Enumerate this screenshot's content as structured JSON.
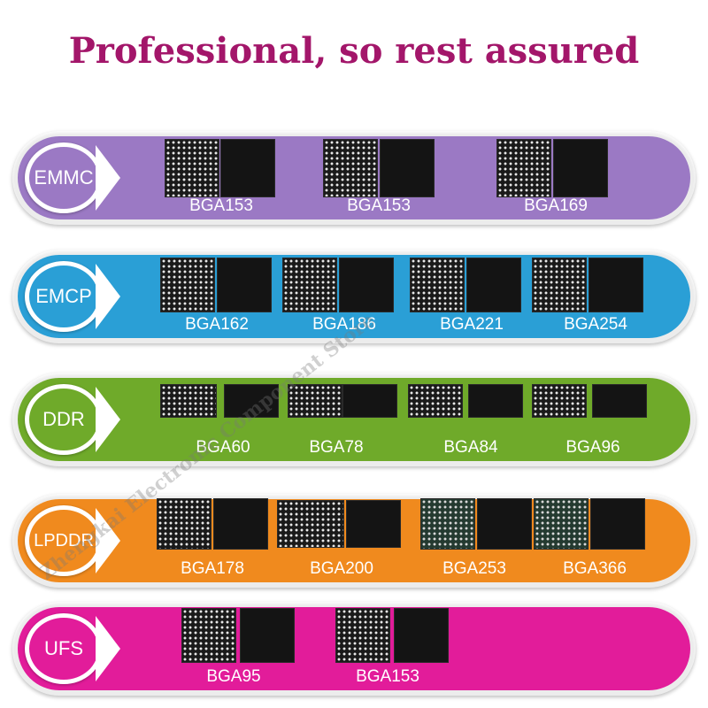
{
  "headline": "Professional, so rest assured",
  "watermark": "Zhengkai Electronic Component Store",
  "rows": [
    {
      "tag": "EMMC",
      "color": "#9b79c4",
      "labels": [
        "BGA153",
        "BGA153",
        "BGA169"
      ]
    },
    {
      "tag": "EMCP",
      "color": "#2a9fd6",
      "labels": [
        "BGA162",
        "BGA186",
        "BGA221",
        "BGA254"
      ]
    },
    {
      "tag": "DDR",
      "color": "#6faa2a",
      "labels": [
        "BGA60",
        "BGA78",
        "BGA84",
        "BGA96"
      ]
    },
    {
      "tag": "LPDDR",
      "color": "#f08a1e",
      "labels": [
        "BGA178",
        "BGA200",
        "BGA253",
        "BGA366"
      ]
    },
    {
      "tag": "UFS",
      "color": "#e21c9a",
      "labels": [
        "BGA95",
        "BGA153"
      ]
    }
  ]
}
